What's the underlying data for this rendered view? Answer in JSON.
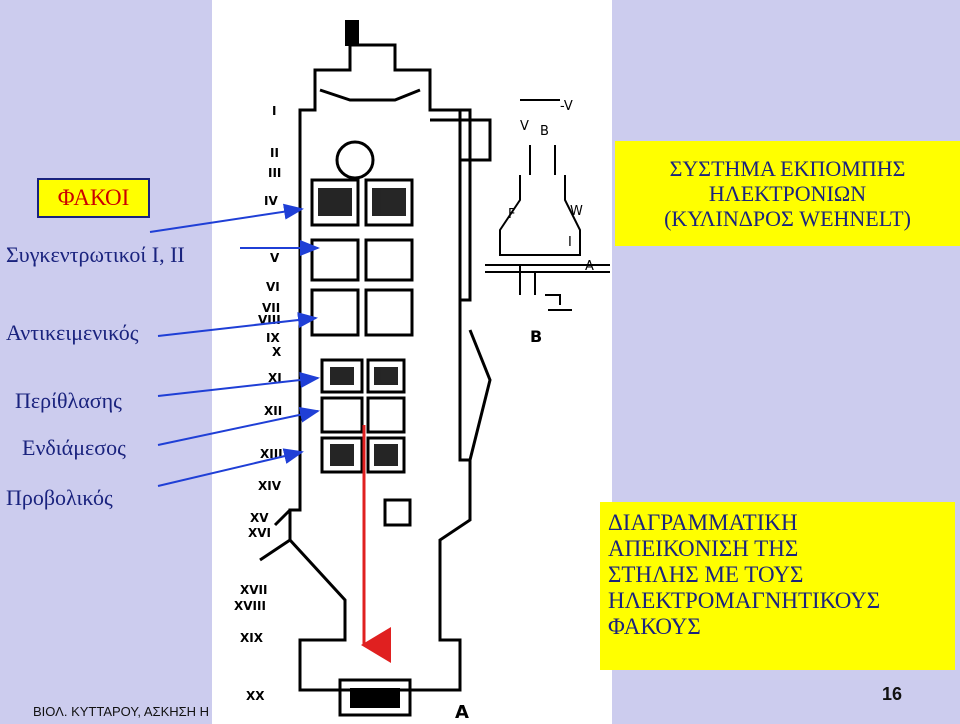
{
  "title_box": "ΦΑΚΟΙ",
  "labels": {
    "condenser": "Συγκεντρωτικοί I, II",
    "objective": "Αντικειμενικός",
    "diffraction": "Περίθλασης",
    "intermediate": "Ενδιάμεσος",
    "projector": "Προβολικός"
  },
  "electron_gun": {
    "line1": "ΣΥΣΤΗΜΑ ΕΚΠΟΜΠΗΣ",
    "line2": "ΗΛΕΚΤΡΟΝΙΩΝ",
    "line3": "(ΚΥΛΙΝΔΡΟΣ WEHNELT)"
  },
  "schematic": {
    "line1": "ΔΙΑΓΡΑΜΜΑΤΙΚΗ",
    "line2": "ΑΠΕΙΚΟΝΙΣΗ ΤΗΣ",
    "line3": "ΣΤΗΛΗΣ ΜΕ ΤΟΥΣ",
    "line4": "ΗΛΕΚΤΡΟΜΑΓΝΗΤΙΚΟΥΣ",
    "line5": "ΦΑΚΟΥΣ"
  },
  "diagram": {
    "roman": [
      "I",
      "II",
      "III",
      "IV",
      "V",
      "VI",
      "VII",
      "VIII",
      "IX",
      "X",
      "XI",
      "XII",
      "XIII",
      "XIV",
      "XV",
      "XVI",
      "XVII",
      "XVIII",
      "XIX",
      "XX"
    ],
    "label_a": "A",
    "label_b": "B",
    "gun_labels": {
      "v_neg": "-V",
      "v": "V",
      "b": "B",
      "f": "F",
      "w": "W",
      "i": "I",
      "a": "A"
    }
  },
  "footer": "ΒΙΟΛ. ΚΥΤΤΑΡΟΥ, ΑΣΚΗΣΗ Η",
  "page_number": "16",
  "colors": {
    "background": "#ccccee",
    "highlight": "#ffff00",
    "text": "#1a237e",
    "title": "#cc0000",
    "arrow_blue": "#1f3fd6",
    "arrow_red": "#e02020"
  }
}
